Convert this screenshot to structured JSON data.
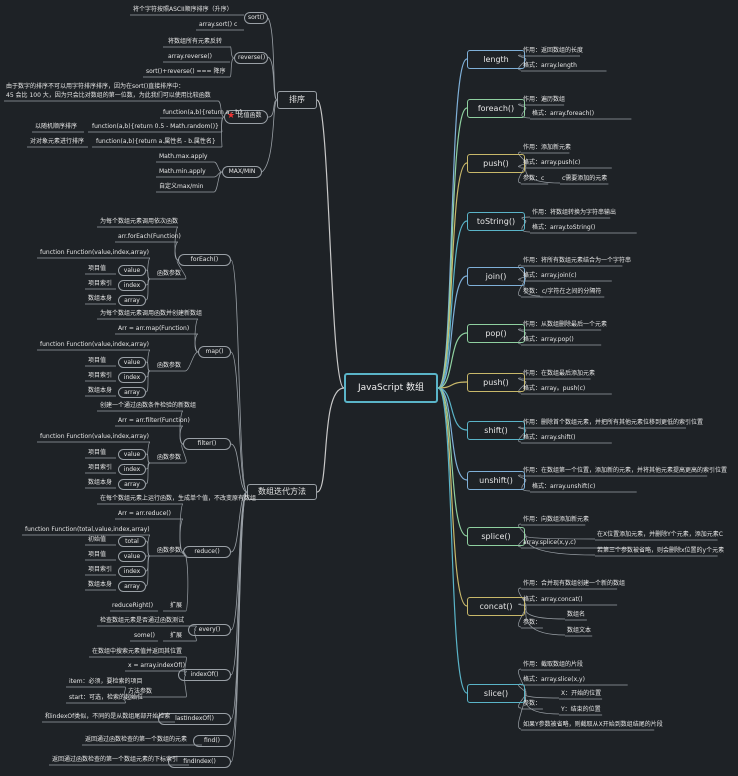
{
  "center": "JavaScript  数组",
  "right": [
    {
      "name": "length",
      "items": [
        "作用：返回数组的长度",
        "格式：array.length"
      ]
    },
    {
      "name": "foreach()",
      "items": [
        "作用：遍历数组",
        "格式：array.foreach()"
      ]
    },
    {
      "name": "push()",
      "items": [
        "作用：添加新元素",
        "格式：array.push(c)",
        "参数：c",
        "c需要添加的元素"
      ]
    },
    {
      "name": "toString()",
      "items": [
        "作用：将数组转换为字符串输出",
        "格式：array.toString()"
      ]
    },
    {
      "name": "join()",
      "items": [
        "作用：将所有数组元素结合为一个字符串",
        "格式：array.join(c)",
        "参数：",
        "c/字符在之间的分隔符"
      ]
    },
    {
      "name": "pop()",
      "items": [
        "作用：从数组删除最后一个元素",
        "格式：array.pop()"
      ]
    },
    {
      "name": "push()",
      "items": [
        "作用：在数组最后添加元素",
        "格式：array。push(c)"
      ]
    },
    {
      "name": "shift()",
      "items": [
        "作用：删除首个数组元素，并把所有其他元素位移到更低的索引位置",
        "格式：array.shift()"
      ]
    },
    {
      "name": "unshift()",
      "items": [
        "作用：在数组第一个位置，添加新的元素，并将其他元素提高更高的索引位置",
        "格式：array.unshift(c)"
      ]
    },
    {
      "name": "splice()",
      "items": [
        "作用：向数组添加新元素",
        "array.splice(x,y,c)",
        "在X位置添加元素，并删除Y个元素，添加元素C",
        "若第三个参数被省略，则会删除x位置的y个元素"
      ]
    },
    {
      "name": "concat()",
      "items": [
        "作用：合并现有数组创建一个新的数组",
        "格式：array.concat()",
        "参数：",
        "数组名",
        "数组文本"
      ]
    },
    {
      "name": "slice()",
      "items": [
        "作用：截取数组的片段",
        "格式：array.slice(x,y)",
        "参数：",
        "X：开始的位置",
        "Y：结束的位置",
        "如果Y参数被省略，则截取从X开始到数组结尾的片段"
      ]
    }
  ],
  "sort": {
    "title": "排序",
    "sort_label": "sort()",
    "sort_desc": "将个字符按照ASCII顺序排序（升序）",
    "sort_fmt": "array.sort()",
    "sort_arrow": "c",
    "reverse_label": "reverse()",
    "reverse_desc": "将数组所有元素反转",
    "reverse_fmt": "array.reverse()",
    "reverse_note": "sort()+reverse() === 降序",
    "compare_label": "比值函数",
    "compare_note1": "由于数字的排序不可以用字符排序排序，因为在sort()直接排序中：",
    "compare_note2": "45 会比 100 大，因为只会比对数组的第一位数，为此我们可以使用比较函数",
    "compare_f1": "function(a,b){return a - b}",
    "compare_f2": "function(a,b){return 0.5 - Math.random()}",
    "compare_f2_desc": "以随机顺序排序",
    "compare_f3": "function(a,b){return a.属性名 - b.属性名}",
    "compare_f3_desc": "对对象元素进行排序",
    "max_label": "MAX/MIN",
    "max_items": [
      "Math.max.apply",
      "Math.min.apply",
      "自定义max/min"
    ]
  },
  "iter": {
    "title": "数组迭代方法",
    "forEach": {
      "label": "forEach()",
      "desc": "为每个数组元素调用依次函数",
      "fmt": "arr.forEach(Function)",
      "func": "function Function(value,index,array)",
      "param_label": "函数参数",
      "params": [
        [
          "项目值",
          "value"
        ],
        [
          "项目索引",
          "index"
        ],
        [
          "数组本身",
          "array"
        ]
      ]
    },
    "map": {
      "label": "map()",
      "desc": "为每个数组元素调用函数并创建新数组",
      "fmt": "Arr = arr.map(Function)",
      "func": "function Function(value,index,array)",
      "param_label": "函数参数",
      "params": [
        [
          "项目值",
          "value"
        ],
        [
          "项目索引",
          "index"
        ],
        [
          "数组本身",
          "array"
        ]
      ]
    },
    "filter": {
      "label": "filter()",
      "desc": "创建一个通过函数条件检验的新数组",
      "fmt": "Arr = arr.filter(Function)",
      "func": "function Function(value,index,array)",
      "param_label": "函数参数",
      "params": [
        [
          "项目值",
          "value"
        ],
        [
          "项目索引",
          "index"
        ],
        [
          "数组本身",
          "array"
        ]
      ]
    },
    "reduce": {
      "label": "reduce()",
      "desc": "在每个数组元素上运行函数，生成单个值，不改变原有数组",
      "fmt": "Arr = arr.reduce()",
      "func": "function Function(total,value,index,array)",
      "param_label": "函数参数",
      "params": [
        [
          "初始值",
          "total"
        ],
        [
          "项目值",
          "value"
        ],
        [
          "项目索引",
          "index"
        ],
        [
          "数组本身",
          "array"
        ]
      ],
      "ext": "reduceRight()",
      "ext_label": "扩展"
    },
    "every": {
      "label": "every()",
      "desc": "检查数组元素是否通过函数测试",
      "ext": "some()",
      "ext_label": "扩展"
    },
    "indexOf": {
      "label": "indexOf()",
      "desc": "在数组中搜索元素值并返回其位置",
      "fmt": "x = array.indexOf()",
      "param_label": "方法参数",
      "params": [
        "item：必须，要检索的项目",
        "start：可选，检索的起始位"
      ]
    },
    "lastIndexOf": {
      "label": "lastIndexOf()",
      "desc": "和indexOf类似，不同的是从数组尾部开始检索"
    },
    "find": {
      "label": "find()",
      "desc": "返回通过函数检查的第一个数组的元素"
    },
    "findIndex": {
      "label": "findIndex()",
      "desc": "返回通过函数检查的第一个数组元素的下标索引"
    }
  },
  "colors": {
    "bg": "#1e2226",
    "line": "#9aa0a6",
    "center": "#5ab4c8",
    "text": "#e6e6e6",
    "branch_right": [
      "#7fb0d8",
      "#8fd0a0",
      "#c8b86a",
      "#5ab4c8"
    ],
    "branch_left": "#c8c8c8",
    "star": "#e33333"
  }
}
